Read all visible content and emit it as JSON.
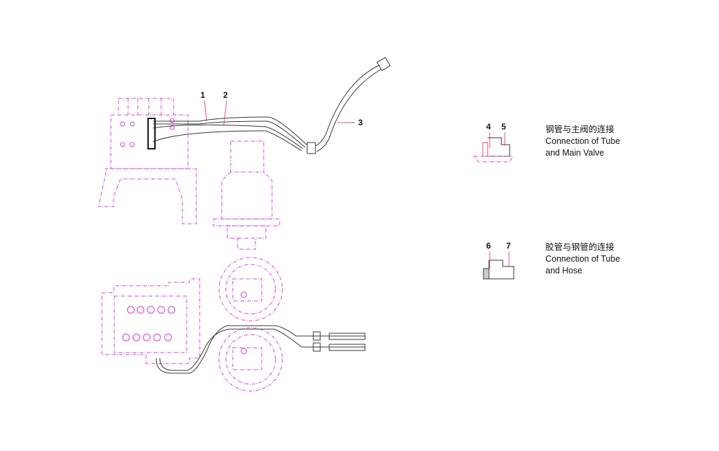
{
  "callouts": {
    "n1": "1",
    "n2": "2",
    "n3": "3",
    "n4": "4",
    "n5": "5",
    "n6": "6",
    "n7": "7"
  },
  "detail_main_valve": {
    "title_cn": "钢管与主阀的连接",
    "title_en_line1": "Connection of Tube",
    "title_en_line2": "and Main Valve"
  },
  "detail_hose": {
    "title_cn": "胶管与钢管的连接",
    "title_en_line1": "Connection of Tube",
    "title_en_line2": "and Hose"
  },
  "colors": {
    "part_outline": "#d23ad8",
    "tube": "#333333",
    "leader": "#e05060"
  }
}
